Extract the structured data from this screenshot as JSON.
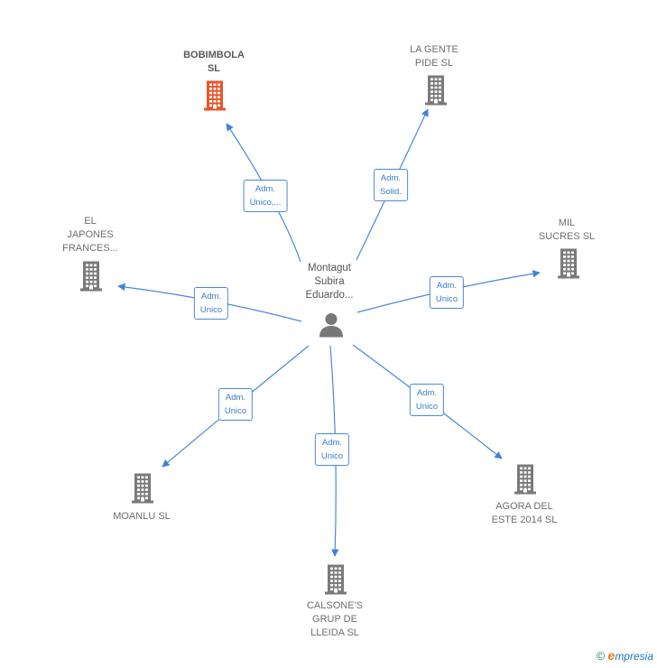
{
  "center": {
    "name_lines": [
      "Montagut",
      "Subira",
      "Eduardo..."
    ],
    "icon": "person-icon"
  },
  "companies": [
    {
      "id": "bobimbola",
      "name_lines": [
        "BOBIMBOLA",
        "SL"
      ],
      "highlight": true,
      "icon": "building-icon",
      "relation": [
        "Adm.",
        "Unico,..."
      ]
    },
    {
      "id": "la-gente-pide",
      "name_lines": [
        "LA GENTE",
        "PIDE  SL"
      ],
      "highlight": false,
      "icon": "building-icon",
      "relation": [
        "Adm.",
        "Solid."
      ]
    },
    {
      "id": "mil-sucres",
      "name_lines": [
        "MIL",
        "SUCRES SL"
      ],
      "highlight": false,
      "icon": "building-icon",
      "relation": [
        "Adm.",
        "Unico"
      ]
    },
    {
      "id": "agora-del-este",
      "name_lines": [
        "AGORA DEL",
        "ESTE 2014  SL"
      ],
      "highlight": false,
      "icon": "building-icon",
      "relation": [
        "Adm.",
        "Unico"
      ]
    },
    {
      "id": "calsones",
      "name_lines": [
        "CALSONE'S",
        "GRUP DE",
        "LLEIDA SL"
      ],
      "highlight": false,
      "icon": "building-icon",
      "relation": [
        "Adm.",
        "Unico"
      ]
    },
    {
      "id": "moanlu",
      "name_lines": [
        "MOANLU  SL"
      ],
      "highlight": false,
      "icon": "building-icon",
      "relation": [
        "Adm.",
        "Unico"
      ]
    },
    {
      "id": "el-japones",
      "name_lines": [
        "EL",
        "JAPONES",
        "FRANCES..."
      ],
      "highlight": false,
      "icon": "building-icon",
      "relation": [
        "Adm.",
        "Unico"
      ]
    }
  ],
  "colors": {
    "line": "#4a88d8",
    "building": "#7a7a7a",
    "building_highlight": "#e8542a",
    "person": "#777777"
  },
  "footer": {
    "copyright": "©",
    "brand_initial": "e",
    "brand_rest": "mpresia"
  }
}
